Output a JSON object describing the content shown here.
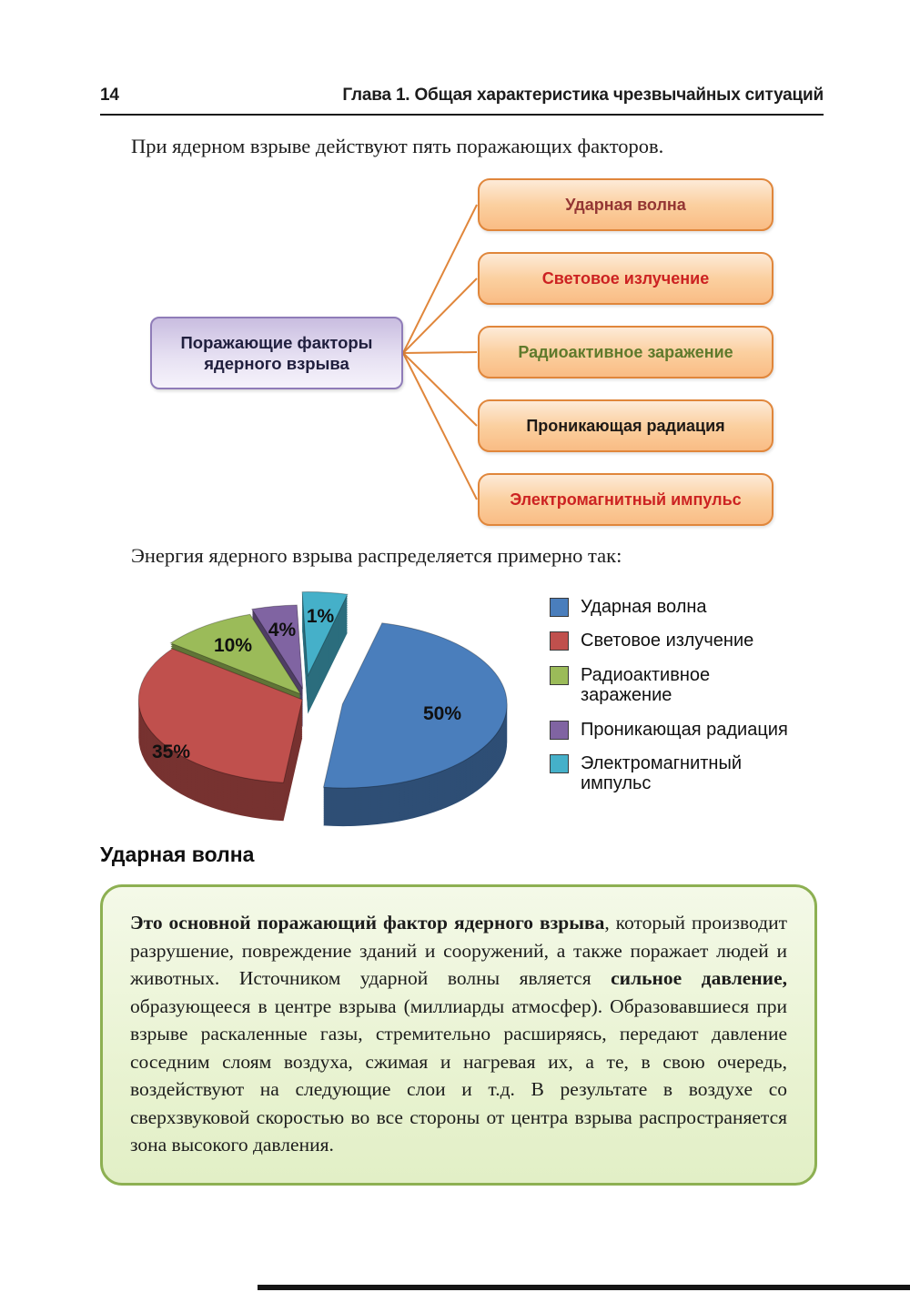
{
  "page": {
    "number": "14",
    "chapter_header": "Глава 1. Общая характеристика чрезвычайных ситуаций"
  },
  "intro": "При ядерном взрыве действуют пять поражающих факторов.",
  "diagram": {
    "root_label": "Поражающие факторы ядерного взрыва",
    "factors": [
      {
        "label": "Ударная волна",
        "color": "#943634"
      },
      {
        "label": "Световое излучение",
        "color": "#cc2222"
      },
      {
        "label": "Радиоактивное заражение",
        "color": "#5f7a2c"
      },
      {
        "label": "Проникающая радиация",
        "color": "#1f1a17"
      },
      {
        "label": "Электромагнитный импульс",
        "color": "#cc2222"
      }
    ]
  },
  "energy_intro": "Энергия ядерного взрыва распределяется примерно так:",
  "chart_data": {
    "type": "pie",
    "style": "3d-exploded",
    "title": "",
    "labels": [
      "Ударная волна",
      "Световое излучение",
      "Радиоактивное заражение",
      "Проникающая радиация",
      "Электромагнитный импульс"
    ],
    "values": [
      50,
      35,
      10,
      4,
      1
    ],
    "value_labels": [
      "50%",
      "35%",
      "10%",
      "4%",
      "1%"
    ],
    "colors": [
      "#4a7ebc",
      "#c0504d",
      "#9bbb59",
      "#8064a2",
      "#45b0c9"
    ],
    "legend_position": "right"
  },
  "section": {
    "title": "Ударная волна",
    "box_segments": [
      {
        "text": "Это основной поражающий фактор ядерного взрыва",
        "bold": true
      },
      {
        "text": ", который про­изводит разрушение, повреждение зданий и сооружений, а также поражает людей и животных. Источником ударной волны явля­ется ",
        "bold": false
      },
      {
        "text": "сильное давление,",
        "bold": true
      },
      {
        "text": " образующееся в центре взрыва (милли­арды атмосфер). Образовавшиеся при взрыве раскаленные газы, стремительно расширяясь, передают давление соседним слоям воздуха, сжимая и нагревая их, а те, в свою очередь, воздействуют на следующие слои и т.д. В результате в воздухе со сверхзвуковой скоростью во все стороны от центра взрыва распространяется зона высокого давления.",
        "bold": false
      }
    ]
  }
}
